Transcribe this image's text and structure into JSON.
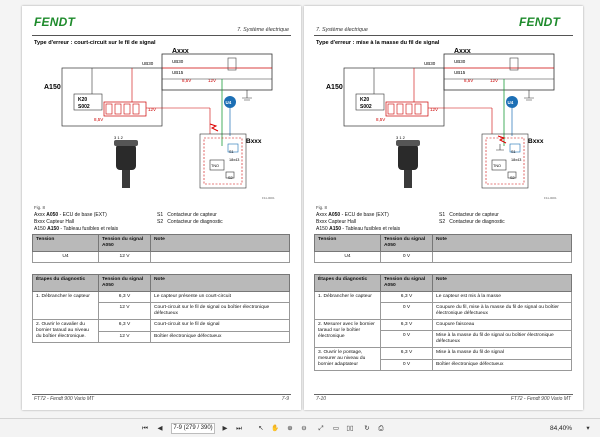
{
  "brand": "FENDT",
  "left": {
    "section": "7. Système électrique",
    "diagram_title": "Type d'erreur : court-circuit sur le fil de signal",
    "fig": "Fig. 8",
    "legend_left": [
      {
        "code": "Axxx",
        "bold": "A050",
        "text": "- ECU de base (EXT)"
      },
      {
        "code": "Bxxx",
        "bold": "",
        "text": "Capteur Hall"
      },
      {
        "code": "A150",
        "bold": "A150",
        "text": "- Tableau fusibles et relais"
      }
    ],
    "legend_right": [
      {
        "code": "S1",
        "text": "Contacteur de capteur"
      },
      {
        "code": "S2",
        "text": "Contacteur de diagnostic"
      }
    ],
    "table1": {
      "headers": [
        "Tension",
        "Tension du signal A050",
        "Note"
      ],
      "rows": [
        [
          "U4",
          "12 V",
          ""
        ]
      ]
    },
    "table2": {
      "headers": [
        "Étapes du diagnostic",
        "Tension du signal A050",
        "Note"
      ],
      "rows": [
        [
          "1. Débrancher le capteur",
          "6,3 V",
          "Le capteur présente un court-circuit"
        ],
        [
          "",
          "12 V",
          "Court-circuit sur le fil de signal ou boîtier électronique défectueux"
        ],
        [
          "2. Ouvrir le cavalier du bornier taraud au niveau du boîtier électronique.",
          "6,3 V",
          "Court-circuit sur le fil de signal"
        ],
        [
          "",
          "12 V",
          "Boîtier électronique défectueux"
        ]
      ]
    },
    "footer_left": "FT72 - Fendt 900 Vario MT",
    "footer_right": "7-9"
  },
  "right": {
    "section": "7. Système électrique",
    "diagram_title": "Type d'erreur : mise à la masse du fil de signal",
    "fig": "Fig. 8",
    "legend_left": [
      {
        "code": "Axxx",
        "bold": "A050",
        "text": "- ECU de base (EXT)"
      },
      {
        "code": "Bxxx",
        "bold": "",
        "text": "Capteur Hall"
      },
      {
        "code": "A150",
        "bold": "A150",
        "text": "- Tableau fusibles et relais"
      }
    ],
    "legend_right": [
      {
        "code": "S1",
        "text": "Contacteur de capteur"
      },
      {
        "code": "S2",
        "text": "Contacteur de diagnostic"
      }
    ],
    "table1": {
      "headers": [
        "Tension",
        "Tension du signal A050",
        "Note"
      ],
      "rows": [
        [
          "U4",
          "0 V",
          ""
        ]
      ]
    },
    "table2": {
      "headers": [
        "Étapes du diagnostic",
        "Tension du signal A050",
        "Note"
      ],
      "rows": [
        [
          "1. Débrancher le capteur",
          "6,3 V",
          "Le capteur est mis à la masse"
        ],
        [
          "",
          "0 V",
          "Coupure du fil, mise à la masse du fil de signal ou boîtier électronique défectueux"
        ],
        [
          "2. Mesurer avec le bornier taraud sur le boîtier électronique",
          "6,3 V",
          "Coupure faisceau"
        ],
        [
          "",
          "0 V",
          "Mise à la masse du fil de signal ou boîtier électronique défectueux"
        ],
        [
          "3. Ouvrir le pontage, mesurer au niveau du bornier adaptateur",
          "6,3 V",
          "Mise à la masse du fil de signal"
        ],
        [
          "",
          "0 V",
          "Boîtier électronique défectueux"
        ]
      ]
    },
    "footer_left": "7-10",
    "footer_right": "FT72 - Fendt 900 Vario MT"
  },
  "diagram": {
    "axxx": "Axxx",
    "ub30": "UB30",
    "ub15": "UB15",
    "a150": "A150",
    "k20": "K20",
    "s002": "S002",
    "v85": "8,5V",
    "v12": "12V",
    "u4": "U4",
    "bxxx": "Bxxx",
    "v18": "18x43",
    "tn": "TNO",
    "s1": "S1",
    "s2": "S2"
  },
  "toolbar": {
    "page_indicator": "7-9 (279 / 390)",
    "zoom": "84,40%"
  }
}
